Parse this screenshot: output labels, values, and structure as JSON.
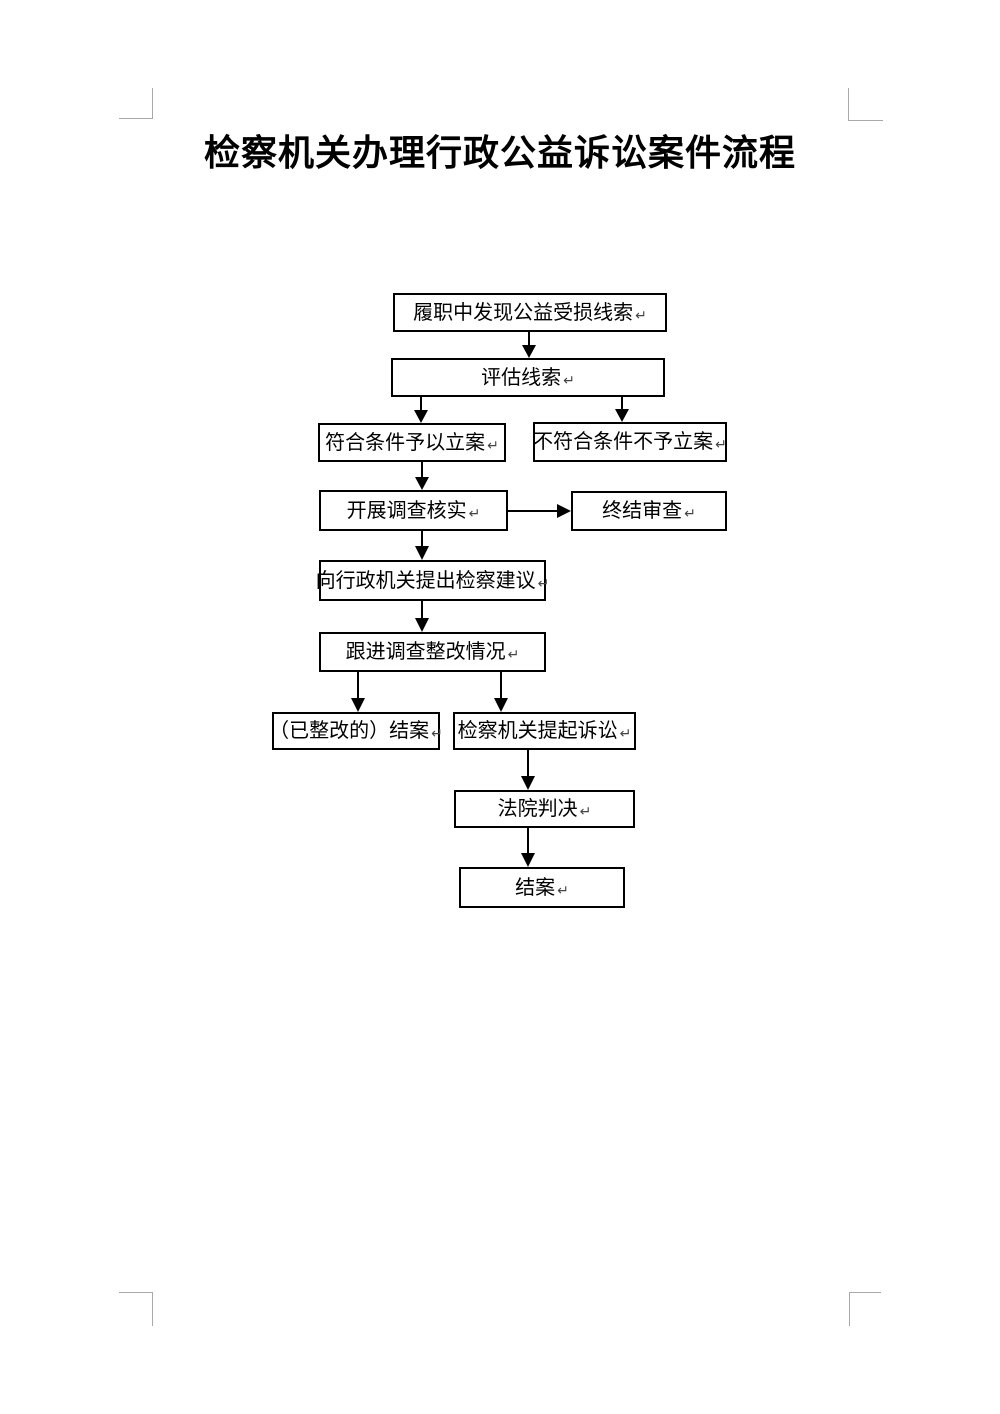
{
  "page": {
    "title": "检察机关办理行政公益诉讼案件流程"
  },
  "flowchart": {
    "return_mark": "↵",
    "nodes": {
      "clue": {
        "label": "履职中发现公益受损线索"
      },
      "assess": {
        "label": "评估线索"
      },
      "file": {
        "label": "符合条件予以立案"
      },
      "nofile": {
        "label": "不符合条件不予立案"
      },
      "investigate": {
        "label": "开展调查核实"
      },
      "terminate": {
        "label": "终结审查"
      },
      "suggest": {
        "label": "向行政机关提出检察建议"
      },
      "follow": {
        "label": "跟进调查整改情况"
      },
      "rectclose": {
        "label": "（已整改的）结案"
      },
      "prosecute": {
        "label": "检察机关提起诉讼"
      },
      "court": {
        "label": "法院判决"
      },
      "close": {
        "label": "结案"
      }
    },
    "edges": [
      {
        "from": "clue",
        "to": "assess"
      },
      {
        "from": "assess",
        "to": "file"
      },
      {
        "from": "assess",
        "to": "nofile"
      },
      {
        "from": "file",
        "to": "investigate"
      },
      {
        "from": "investigate",
        "to": "terminate"
      },
      {
        "from": "investigate",
        "to": "suggest"
      },
      {
        "from": "suggest",
        "to": "follow"
      },
      {
        "from": "follow",
        "to": "rectclose"
      },
      {
        "from": "follow",
        "to": "prosecute"
      },
      {
        "from": "prosecute",
        "to": "court"
      },
      {
        "from": "court",
        "to": "close"
      }
    ],
    "line_color": "#000000",
    "boundary_mark_color": "#a8a8a8"
  }
}
